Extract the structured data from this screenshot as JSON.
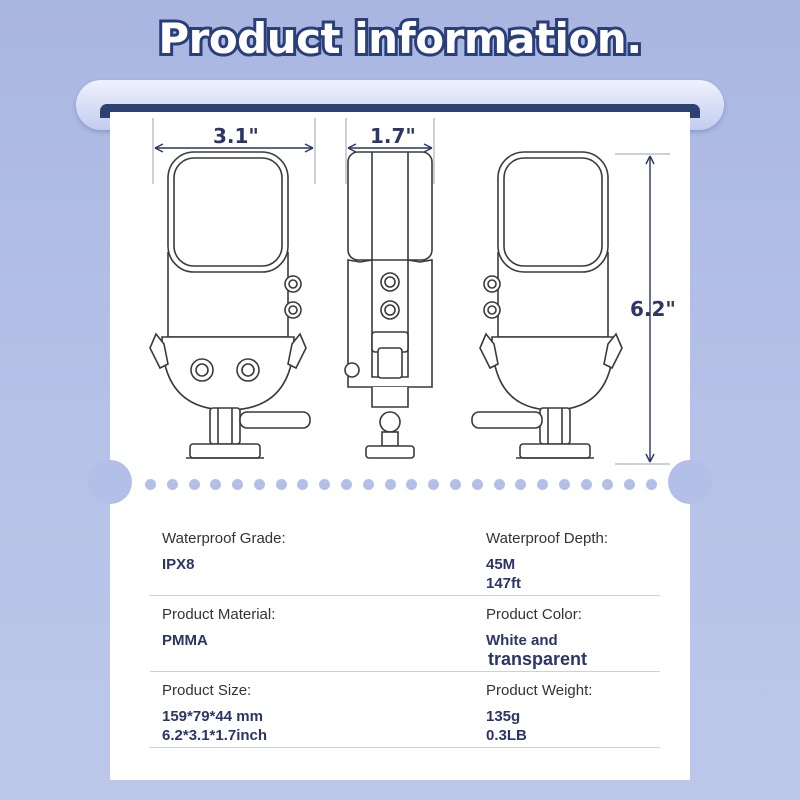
{
  "title": "Product information.",
  "dimensions": {
    "width": "3.1\"",
    "depth": "1.7\"",
    "height": "6.2\""
  },
  "specs": [
    {
      "left": {
        "label": "Waterproof Grade:",
        "values": [
          "IPX8"
        ]
      },
      "right": {
        "label": "Waterproof Depth:",
        "values": [
          "45M",
          "147ft"
        ]
      }
    },
    {
      "left": {
        "label": "Product Material:",
        "values": [
          "PMMA"
        ]
      },
      "right": {
        "label": "Product Color:",
        "values": [
          "White and",
          "transparent"
        ]
      }
    },
    {
      "left": {
        "label": "Product Size:",
        "values": [
          "159*79*44 mm",
          "6.2*3.1*1.7inch"
        ]
      },
      "right": {
        "label": "Product Weight:",
        "values": [
          "135g",
          "0.3LB"
        ]
      }
    }
  ],
  "colors": {
    "accent": "#2b3566",
    "background": "#b3bfe7",
    "line_art": "#3a3a3a"
  }
}
